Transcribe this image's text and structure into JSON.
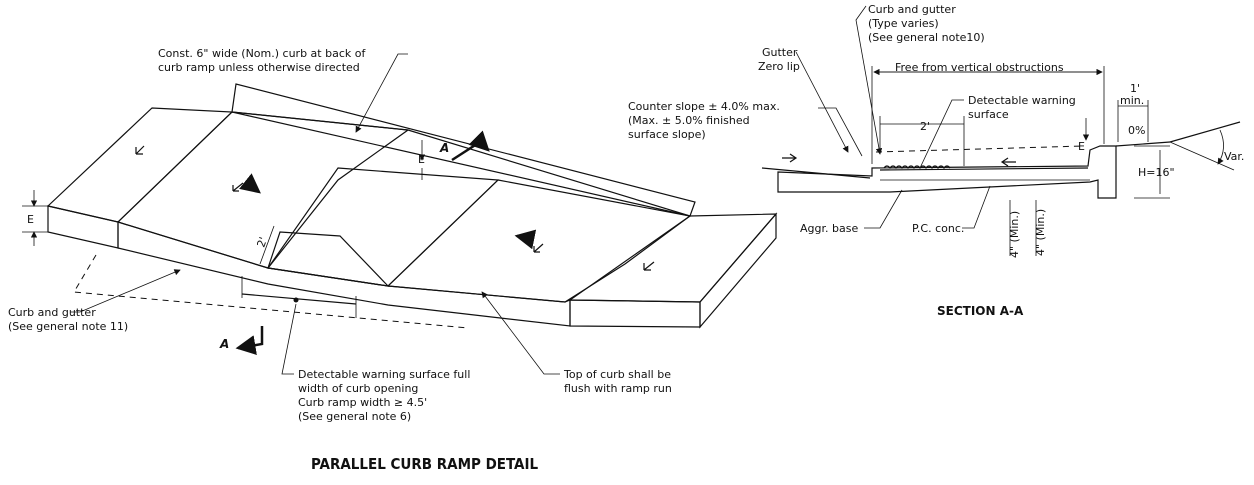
{
  "detail": {
    "title": "PARALLEL CURB RAMP DETAIL",
    "labels": {
      "const_curb_1": "Const. 6\" wide (Nom.) curb at back of",
      "const_curb_2": "curb ramp unless otherwise directed",
      "curb_gutter_1": "Curb and gutter",
      "curb_gutter_2": "(See general note 11)",
      "dws_1": "Detectable warning surface full",
      "dws_2": "width of curb opening",
      "dws_3": "Curb ramp width ≥ 4.5'",
      "dws_4": "(See general note 6)",
      "top_curb_1": "Top of curb shall be",
      "top_curb_2": "flush with ramp run",
      "E": "E",
      "two_ft": "2'",
      "section_mark": "A"
    }
  },
  "section": {
    "title": "SECTION A-A",
    "labels": {
      "curb_gutter_1": "Curb and gutter",
      "curb_gutter_2": "(Type varies)",
      "curb_gutter_3": "(See general note10)",
      "gutter_1": "Gutter",
      "gutter_2": "Zero lip",
      "free": "Free from vertical obstructions",
      "one_ft_1": "1'",
      "one_ft_2": "min.",
      "counter_1": "Counter slope ± 4.0% max.",
      "counter_2": "(Max. ± 5.0% finished",
      "counter_3": "surface slope)",
      "dws_1": "Detectable warning",
      "dws_2": "surface",
      "two_ft": "2'",
      "zero_pct": "0%",
      "E": "E",
      "var": "Var.",
      "h": "H=16\"",
      "aggr": "Aggr. base",
      "pc": "P.C. conc.",
      "four_min_a": "4\" (Min.)",
      "four_min_b": "4\" (Min.)"
    }
  }
}
